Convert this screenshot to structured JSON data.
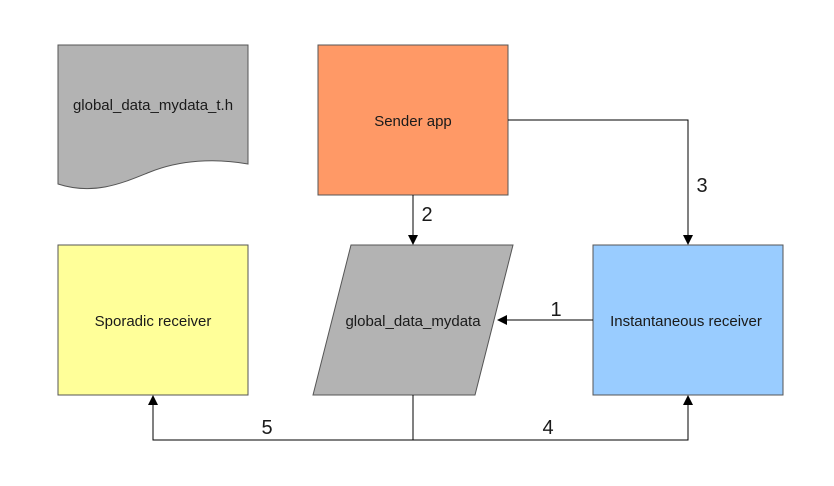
{
  "nodes": {
    "header_file": {
      "label": "global_data_mydata_t.h",
      "fill": "#b3b3b3"
    },
    "sender": {
      "label": "Sender app",
      "fill": "#ff9966"
    },
    "sporadic": {
      "label": "Sporadic receiver",
      "fill": "#ffff99"
    },
    "data_store": {
      "label": "global_data_mydata",
      "fill": "#b3b3b3"
    },
    "instantaneous": {
      "label": "Instantaneous receiver",
      "fill": "#99ccff"
    }
  },
  "edges": {
    "e1": {
      "label": "1",
      "from": "Instantaneous receiver",
      "to": "global_data_mydata"
    },
    "e2": {
      "label": "2",
      "from": "Sender app",
      "to": "global_data_mydata"
    },
    "e3": {
      "label": "3",
      "from": "Sender app",
      "to": "Instantaneous receiver"
    },
    "e4": {
      "label": "4",
      "from": "global_data_mydata",
      "to": "Instantaneous receiver"
    },
    "e5": {
      "label": "5",
      "from": "global_data_mydata",
      "to": "Sporadic receiver"
    }
  },
  "colors": {
    "stroke": "#555555",
    "edge": "#000000"
  }
}
